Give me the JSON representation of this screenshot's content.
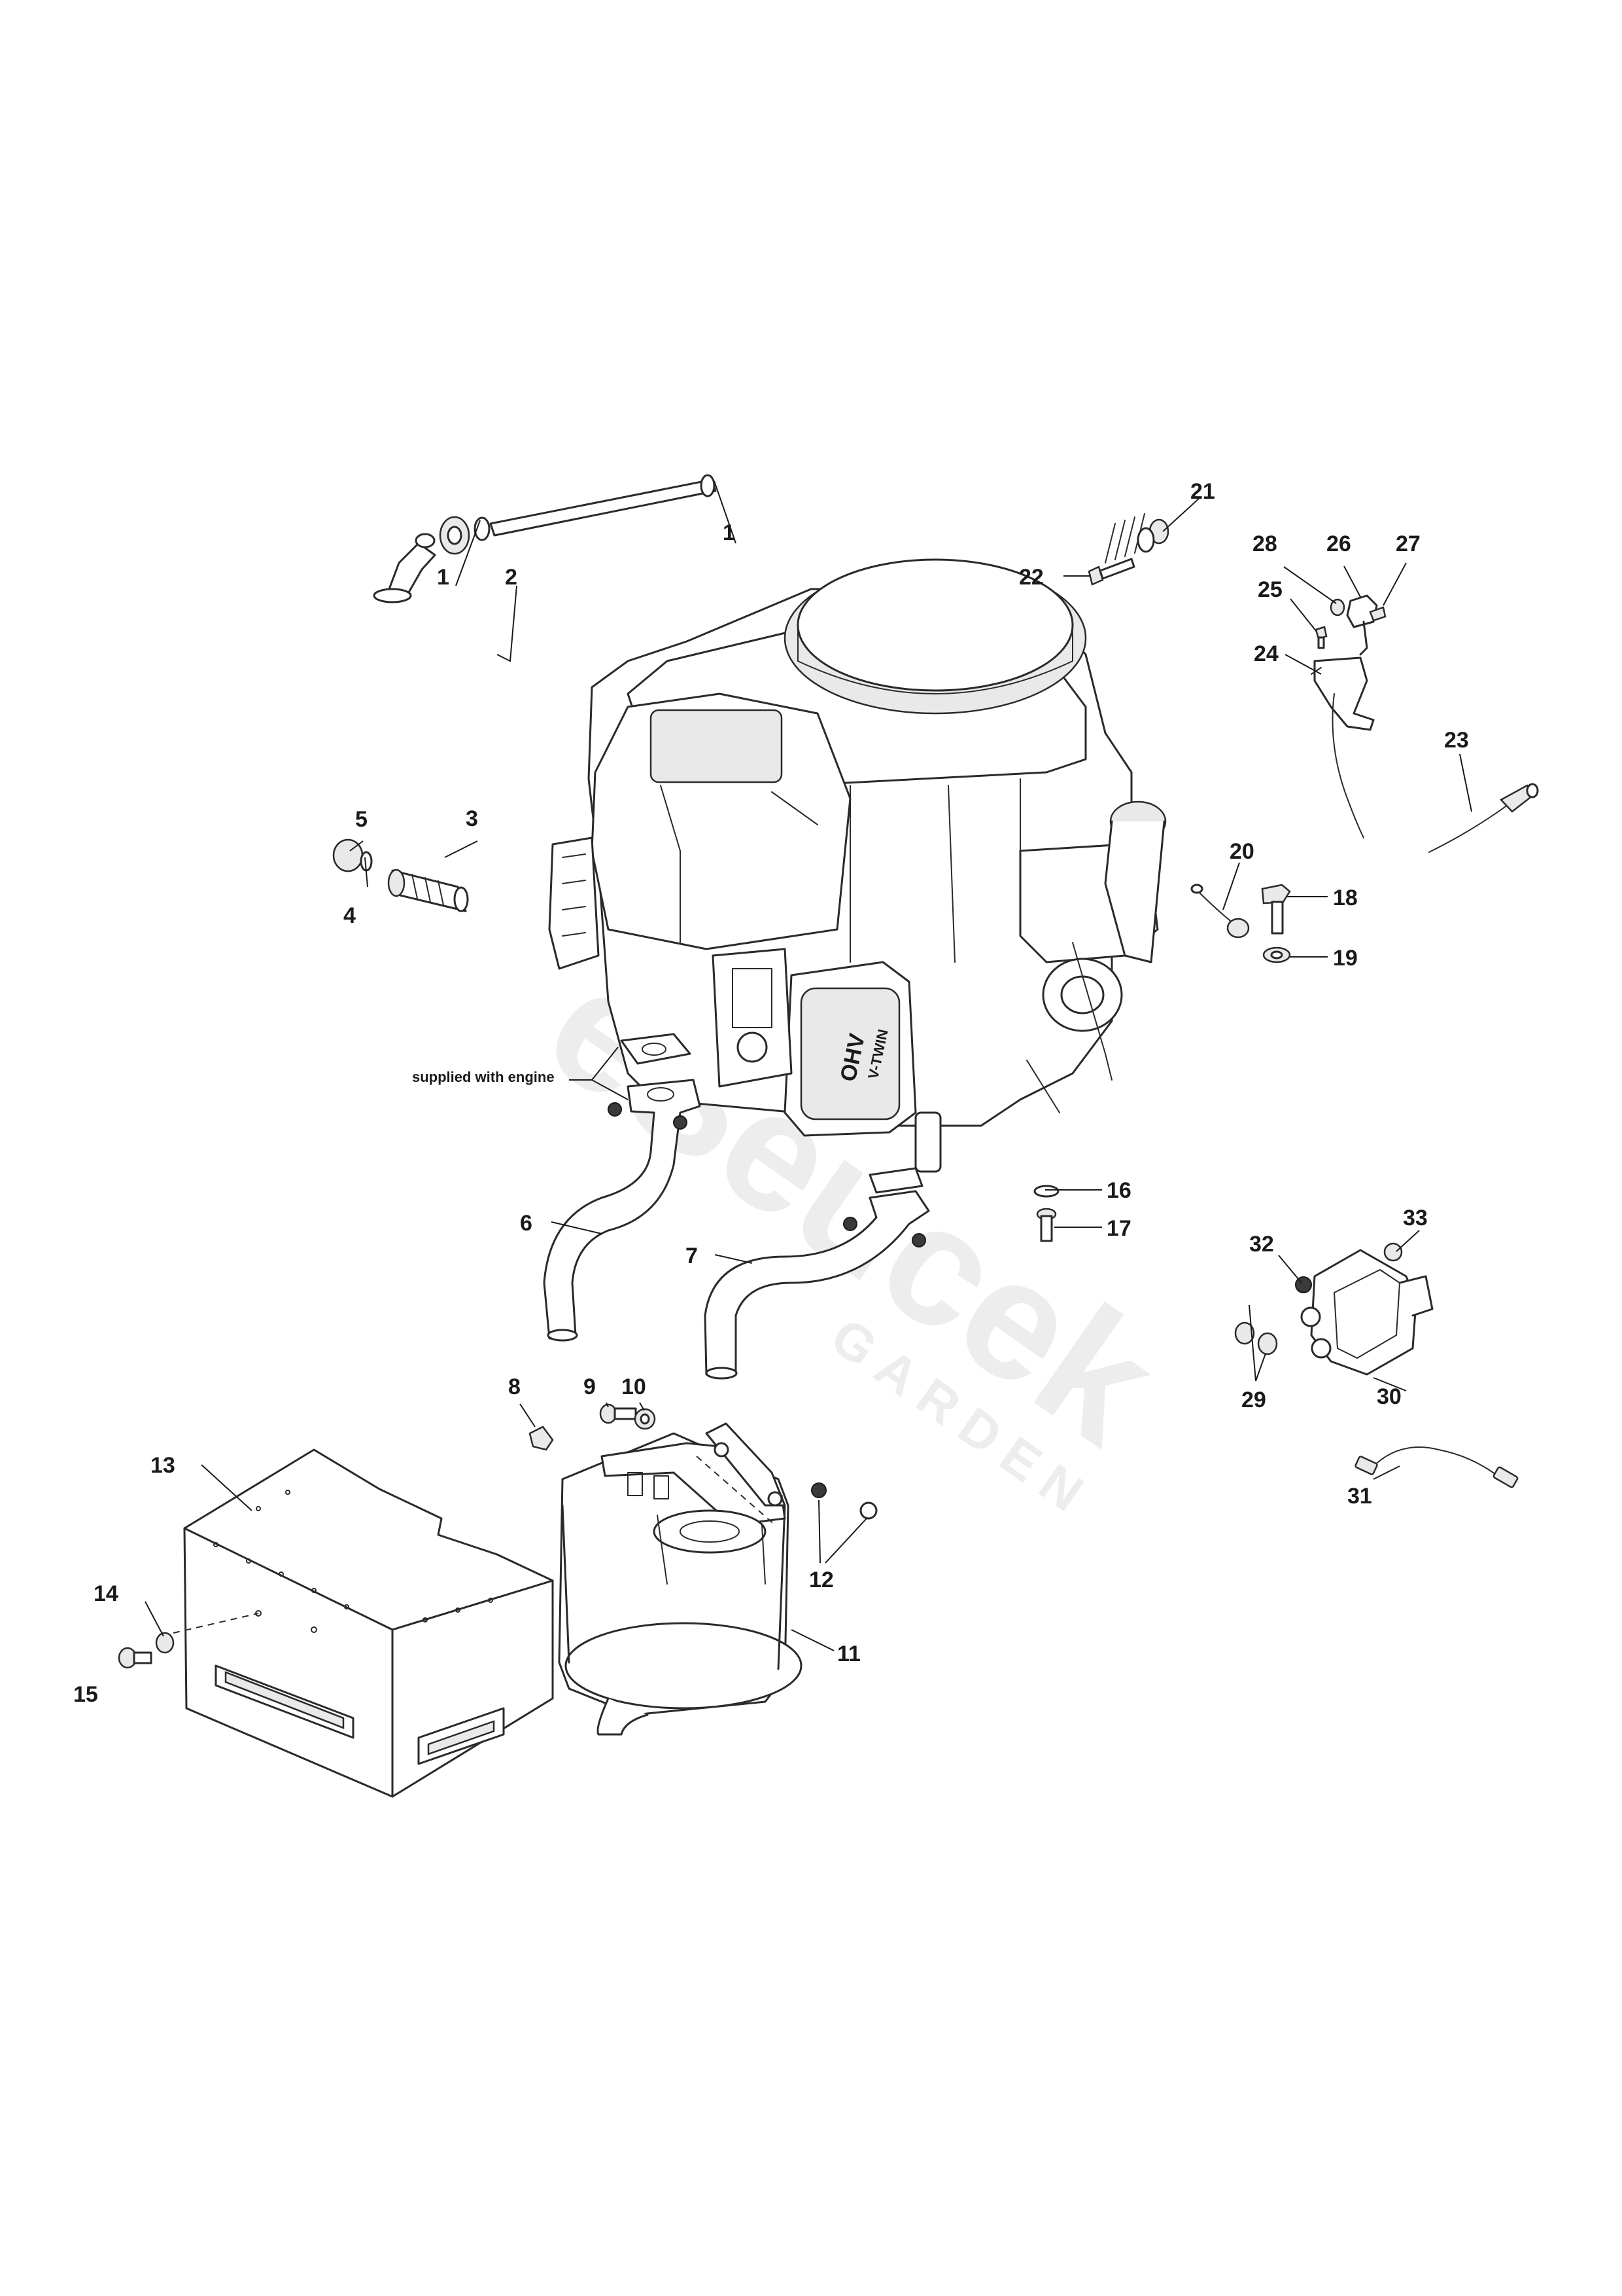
{
  "watermark": {
    "brand": "eSeucek",
    "sub": "GARDEN"
  },
  "engine": {
    "badge_main": "OHV",
    "badge_sub": "V-TWIN"
  },
  "note": "supplied with engine",
  "callouts": [
    {
      "id": "c1a",
      "label": "1"
    },
    {
      "id": "c1b",
      "label": "1"
    },
    {
      "id": "c2",
      "label": "2"
    },
    {
      "id": "c3",
      "label": "3"
    },
    {
      "id": "c4",
      "label": "4"
    },
    {
      "id": "c5",
      "label": "5"
    },
    {
      "id": "c6",
      "label": "6"
    },
    {
      "id": "c7",
      "label": "7"
    },
    {
      "id": "c8",
      "label": "8"
    },
    {
      "id": "c9",
      "label": "9"
    },
    {
      "id": "c10",
      "label": "10"
    },
    {
      "id": "c11",
      "label": "11"
    },
    {
      "id": "c12",
      "label": "12"
    },
    {
      "id": "c13",
      "label": "13"
    },
    {
      "id": "c14",
      "label": "14"
    },
    {
      "id": "c15",
      "label": "15"
    },
    {
      "id": "c16",
      "label": "16"
    },
    {
      "id": "c17",
      "label": "17"
    },
    {
      "id": "c18",
      "label": "18"
    },
    {
      "id": "c19",
      "label": "19"
    },
    {
      "id": "c20",
      "label": "20"
    },
    {
      "id": "c21",
      "label": "21"
    },
    {
      "id": "c22",
      "label": "22"
    },
    {
      "id": "c23",
      "label": "23"
    },
    {
      "id": "c24",
      "label": "24"
    },
    {
      "id": "c25",
      "label": "25"
    },
    {
      "id": "c26",
      "label": "26"
    },
    {
      "id": "c27",
      "label": "27"
    },
    {
      "id": "c28",
      "label": "28"
    },
    {
      "id": "c29",
      "label": "29"
    },
    {
      "id": "c30",
      "label": "30"
    },
    {
      "id": "c31",
      "label": "31"
    },
    {
      "id": "c32",
      "label": "32"
    },
    {
      "id": "c33",
      "label": "33"
    }
  ]
}
